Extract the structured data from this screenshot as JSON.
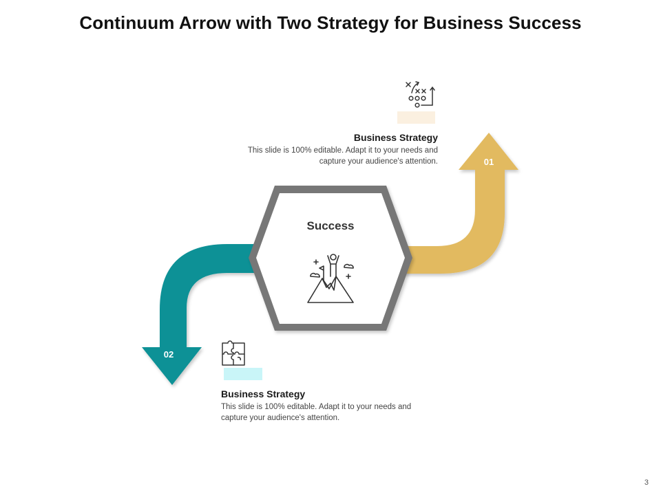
{
  "title": "Continuum Arrow with Two Strategy for Business Success",
  "center": {
    "label": "Success",
    "icon": "mountain-summit-person-icon"
  },
  "steps": [
    {
      "number": "01",
      "color": "#E2BA61",
      "accent": "#FBF0E0",
      "icon": "strategy-play-icon",
      "heading": "Business Strategy",
      "line1": "This slide is 100% editable. Adapt it to your needs and",
      "line2": "capture your audience's attention."
    },
    {
      "number": "02",
      "color": "#0E9196",
      "accent": "#C9F5F8",
      "icon": "puzzle-icon",
      "heading": "Business Strategy",
      "line1": "This slide is 100% editable. Adapt it to your needs and",
      "line2": "capture your audience's attention."
    }
  ],
  "hexagon_border_color": "#777777",
  "page_number": "3"
}
